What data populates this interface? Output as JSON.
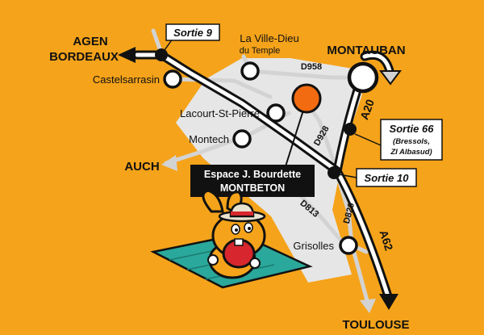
{
  "colors": {
    "background": "#f5a31a",
    "zone": "#e6e6e6",
    "road": "#d2d2d2",
    "motorway": "#111111",
    "venue_marker": "#f26b11",
    "venue_label_bg": "#111111",
    "venue_label_text": "#ffffff",
    "mascot_body": "#f5a31a",
    "mascot_mouth": "#d7262d",
    "towel": "#2aa89b"
  },
  "cities": {
    "agen": "AGEN",
    "bordeaux": "BORDEAUX",
    "montauban": "MONTAUBAN",
    "auch": "AUCH",
    "toulouse": "TOULOUSE"
  },
  "towns": {
    "castelsarrasin": "Castelsarrasin",
    "la_ville_dieu": "La Ville-Dieu",
    "du_temple": "du Temple",
    "lacourt_st_pierre": "Lacourt-St-Pierre",
    "montech": "Montech",
    "grisolles": "Grisolles"
  },
  "roads": {
    "d958": "D958",
    "d928": "D928",
    "d813": "D813",
    "d820": "D820",
    "a20": "A20",
    "a62": "A62"
  },
  "exits": {
    "sortie_9": "Sortie 9",
    "sortie_66": "Sortie 66",
    "sortie_66_detail_1": "(Bressols,",
    "sortie_66_detail_2": "ZI Albasud)",
    "sortie_10": "Sortie 10"
  },
  "venue": {
    "name": "Espace J. Bourdette",
    "town": "MONTBETON"
  },
  "icons": {
    "venue_marker": "location-circle-icon",
    "town_marker": "town-circle-icon",
    "exit_marker": "motorway-exit-icon",
    "mascot": "rabbit-mascot-icon"
  }
}
